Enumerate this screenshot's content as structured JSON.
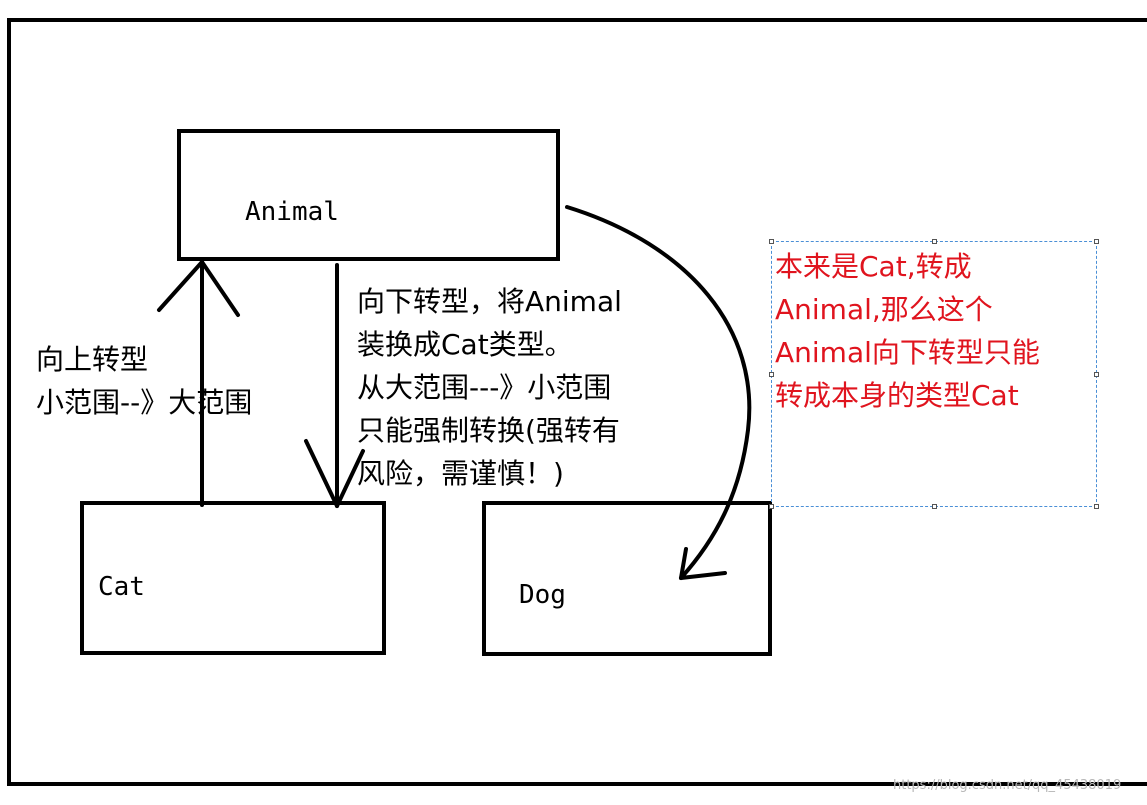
{
  "boxes": {
    "animal": "Animal",
    "cat": "Cat",
    "dog": "Dog"
  },
  "notes": {
    "upcast": "向上转型\n小范围--》大范围",
    "downcast": "向下转型，将Animal\n装换成Cat类型。\n从大范围---》小范围\n只能强制转换(强转有\n风险，需谨慎！)",
    "red_note": "本来是Cat,转成\nAnimal,那么这个\nAnimal向下转型只能\n转成本身的类型Cat"
  },
  "watermark": "https://blog.csdn.net/qq_45438019",
  "colors": {
    "ink": "#000000",
    "red_text": "#e0141e",
    "selection_border": "#4a8fd6"
  }
}
